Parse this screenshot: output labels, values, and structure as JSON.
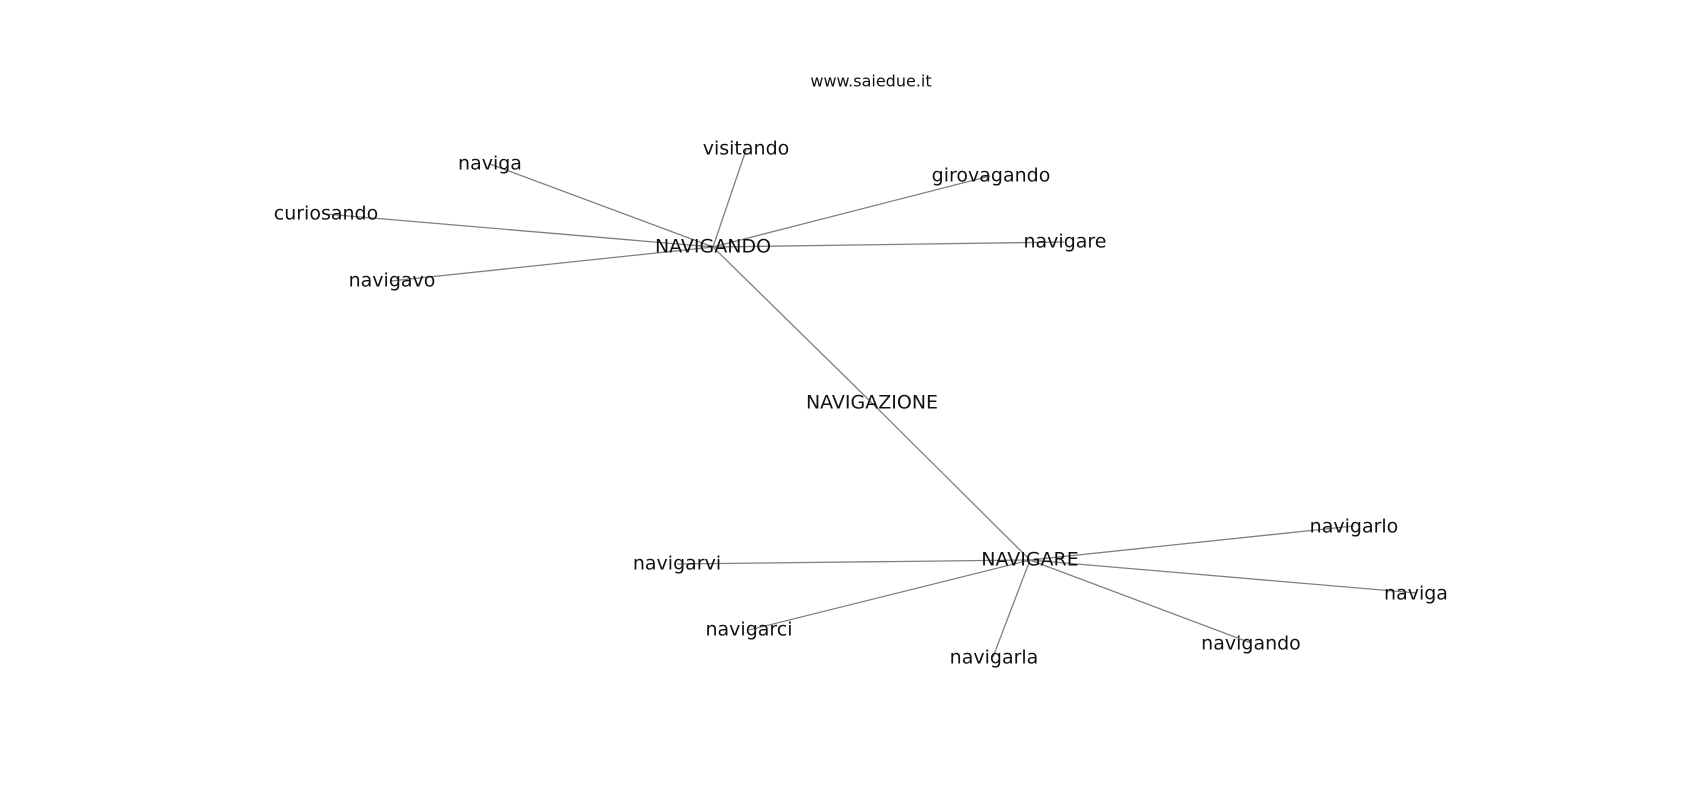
{
  "watermark": "www.saiedue.it",
  "center": "NAVIGAZIONE",
  "hubs": [
    {
      "label": "NAVIGANDO",
      "leaves": [
        "naviga",
        "visitando",
        "girovagando",
        "curiosando",
        "navigare",
        "navigavo"
      ]
    },
    {
      "label": "NAVIGARE",
      "leaves": [
        "navigarlo",
        "navigarvi",
        "naviga",
        "navigarci",
        "navigando",
        "navigarla"
      ]
    }
  ],
  "colors": {
    "edge": "#808080",
    "text": "#111111",
    "background": "#ffffff"
  }
}
